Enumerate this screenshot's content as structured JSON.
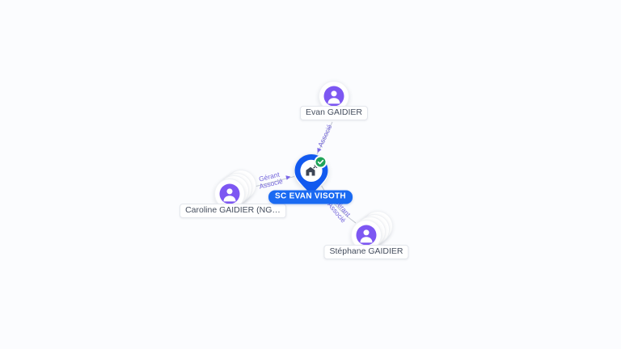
{
  "app": {
    "type": "company-relations-network-graph"
  },
  "colors": {
    "background": "#fbfcfe",
    "edge": "#c6cbd4",
    "edge_label": "#7466db",
    "avatar_purple": "#7d57f2",
    "company_pin_blue": "#1259ef",
    "company_label_bg": "#1a6af2",
    "verified_green": "#21a45a",
    "node_label_text": "#454e5e"
  },
  "nodes": {
    "company": {
      "label": "SC EVAN VISOTH",
      "icon": "building-pin-icon",
      "badge": "verified-check-badge"
    },
    "person_top": {
      "label": "Evan GAIDIER",
      "icon": "person-icon",
      "stacked": false
    },
    "person_left": {
      "label": "Caroline GAIDIER (NG…",
      "icon": "person-icon",
      "stacked": true
    },
    "person_bottom_right": {
      "label": "Stéphane GAIDIER",
      "icon": "person-icon",
      "stacked": true
    }
  },
  "edges": [
    {
      "from": "Evan GAIDIER",
      "to": "SC EVAN VISOTH",
      "roles": [
        "Associé"
      ]
    },
    {
      "from": "Caroline GAIDIER (NG…",
      "to": "SC EVAN VISOTH",
      "roles": [
        "Gérant",
        "Associé"
      ]
    },
    {
      "from": "Stéphane GAIDIER",
      "to": "SC EVAN VISOTH",
      "roles": [
        "Gérant",
        "Associé"
      ]
    }
  ]
}
